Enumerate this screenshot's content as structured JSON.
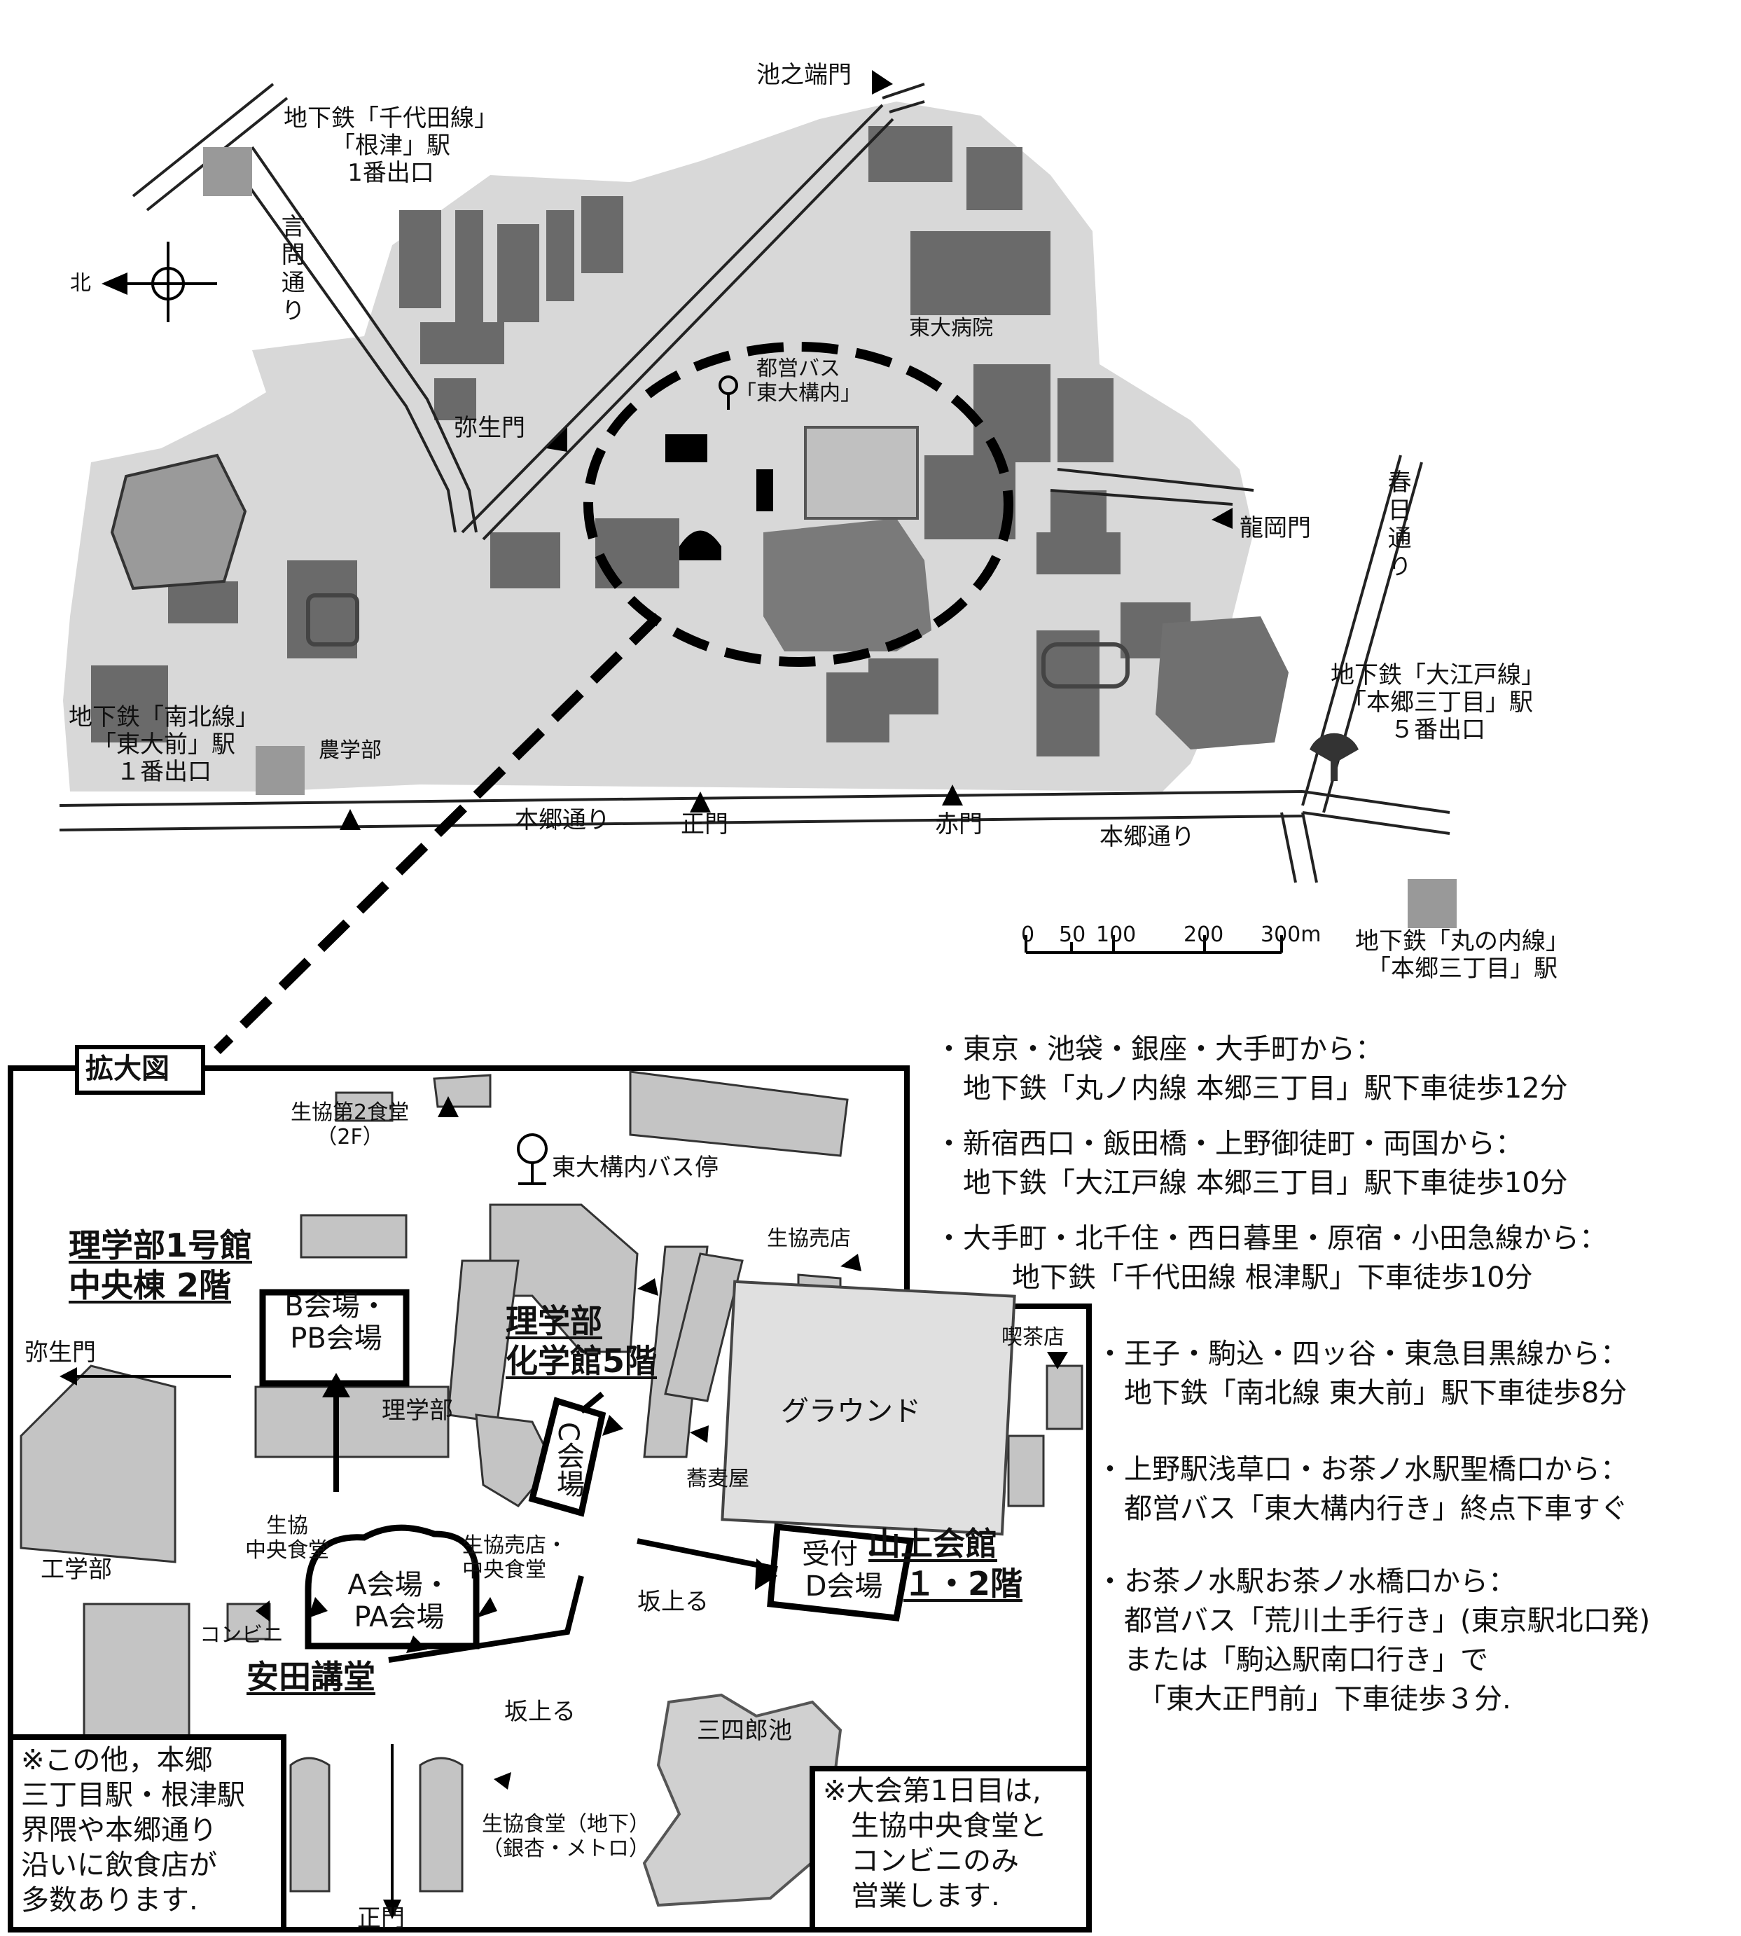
{
  "top_map": {
    "gates": {
      "ikenohata": "池之端門",
      "yayoi": "弥生門",
      "tatsuoka": "龍岡門",
      "seimon": "正門",
      "akamon": "赤門"
    },
    "roads": {
      "kototoi": "言問通り",
      "kasuga": "春日通り",
      "hongo_1": "本郷通り",
      "hongo_2": "本郷通り"
    },
    "stations": {
      "nezu": [
        "地下鉄「千代田線」",
        "「根津」駅",
        "1番出口"
      ],
      "todaimae": [
        "地下鉄「南北線」",
        "「東大前」駅",
        "１番出口"
      ],
      "hongo3_oedo": [
        "地下鉄「大江戸線」",
        "「本郷三丁目」駅",
        "５番出口"
      ],
      "hongo3_marunouchi": [
        "地下鉄「丸の内線」",
        "「本郷三丁目」駅"
      ]
    },
    "places": {
      "hospital": "東大病院",
      "bus_stop": [
        "都営バス",
        "「東大構内」"
      ],
      "agriculture": "農学部"
    },
    "north_label": "北",
    "scale_ticks": [
      "0",
      "50",
      "100",
      "200",
      "300m"
    ]
  },
  "enlarged_map": {
    "title": "拡大図",
    "labels": {
      "dining2": [
        "生協第2食堂",
        "（2F）"
      ],
      "bus_stop": "東大構内バス停",
      "shop": "生協売店",
      "cafe": "喫茶店",
      "science": "理学部",
      "soba": "蕎麦屋",
      "ground": "グラウンド",
      "engineering": "工学部",
      "conbini": "コンビニ",
      "central_dining": [
        "生協",
        "中央食堂"
      ],
      "shop_central": [
        "生協売店・",
        "中央食堂"
      ],
      "slope_up_1": "坂上る",
      "slope_up_2": "坂上る",
      "sanshiro_pond": "三四郎池",
      "basement_dining": [
        "生協食堂（地下）",
        "（銀杏・メトロ）"
      ],
      "yayoi_gate": "弥生門",
      "main_gate": "正門"
    },
    "buildings": {
      "science1": [
        "理学部1号館",
        "中央棟 2階"
      ],
      "chemistry": [
        "理学部",
        "化学館5階"
      ],
      "yasuda": "安田講堂",
      "sanjo": [
        "山上会館",
        "１・2階"
      ]
    },
    "venues": {
      "b": [
        "B会場・",
        "PB会場"
      ],
      "c": "C会場",
      "a": [
        "A会場・",
        "PA会場"
      ],
      "d": [
        "受付・",
        "D会場"
      ]
    },
    "notes": {
      "left": [
        "※この他，本郷",
        "三丁目駅・根津駅",
        "界隈や本郷通り",
        "沿いに飲食店が",
        "多数あります."
      ],
      "right": [
        "※大会第1日目は,",
        "生協中央食堂と",
        "コンビニのみ",
        "営業します."
      ]
    }
  },
  "access": [
    [
      "・東京・池袋・銀座・大手町から：",
      "地下鉄「丸ノ内線 本郷三丁目」駅下車徒歩12分"
    ],
    [
      "・新宿西口・飯田橋・上野御徒町・両国から：",
      "地下鉄「大江戸線 本郷三丁目」駅下車徒歩10分"
    ],
    [
      "・大手町・北千住・西日暮里・原宿・小田急線から：",
      "地下鉄「千代田線 根津駅」下車徒歩10分"
    ],
    [
      "・王子・駒込・四ッ谷・東急目黒線から：",
      "地下鉄「南北線 東大前」駅下車徒歩8分"
    ],
    [
      "・上野駅浅草口・お茶ノ水駅聖橋口から：",
      "都営バス「東大構内行き」終点下車すぐ"
    ],
    [
      "・お茶ノ水駅お茶ノ水橋口から：",
      "都営バス「荒川土手行き」(東京駅北口発)",
      "または「駒込駅南口行き」で",
      "「東大正門前」下車徒歩３分."
    ]
  ]
}
